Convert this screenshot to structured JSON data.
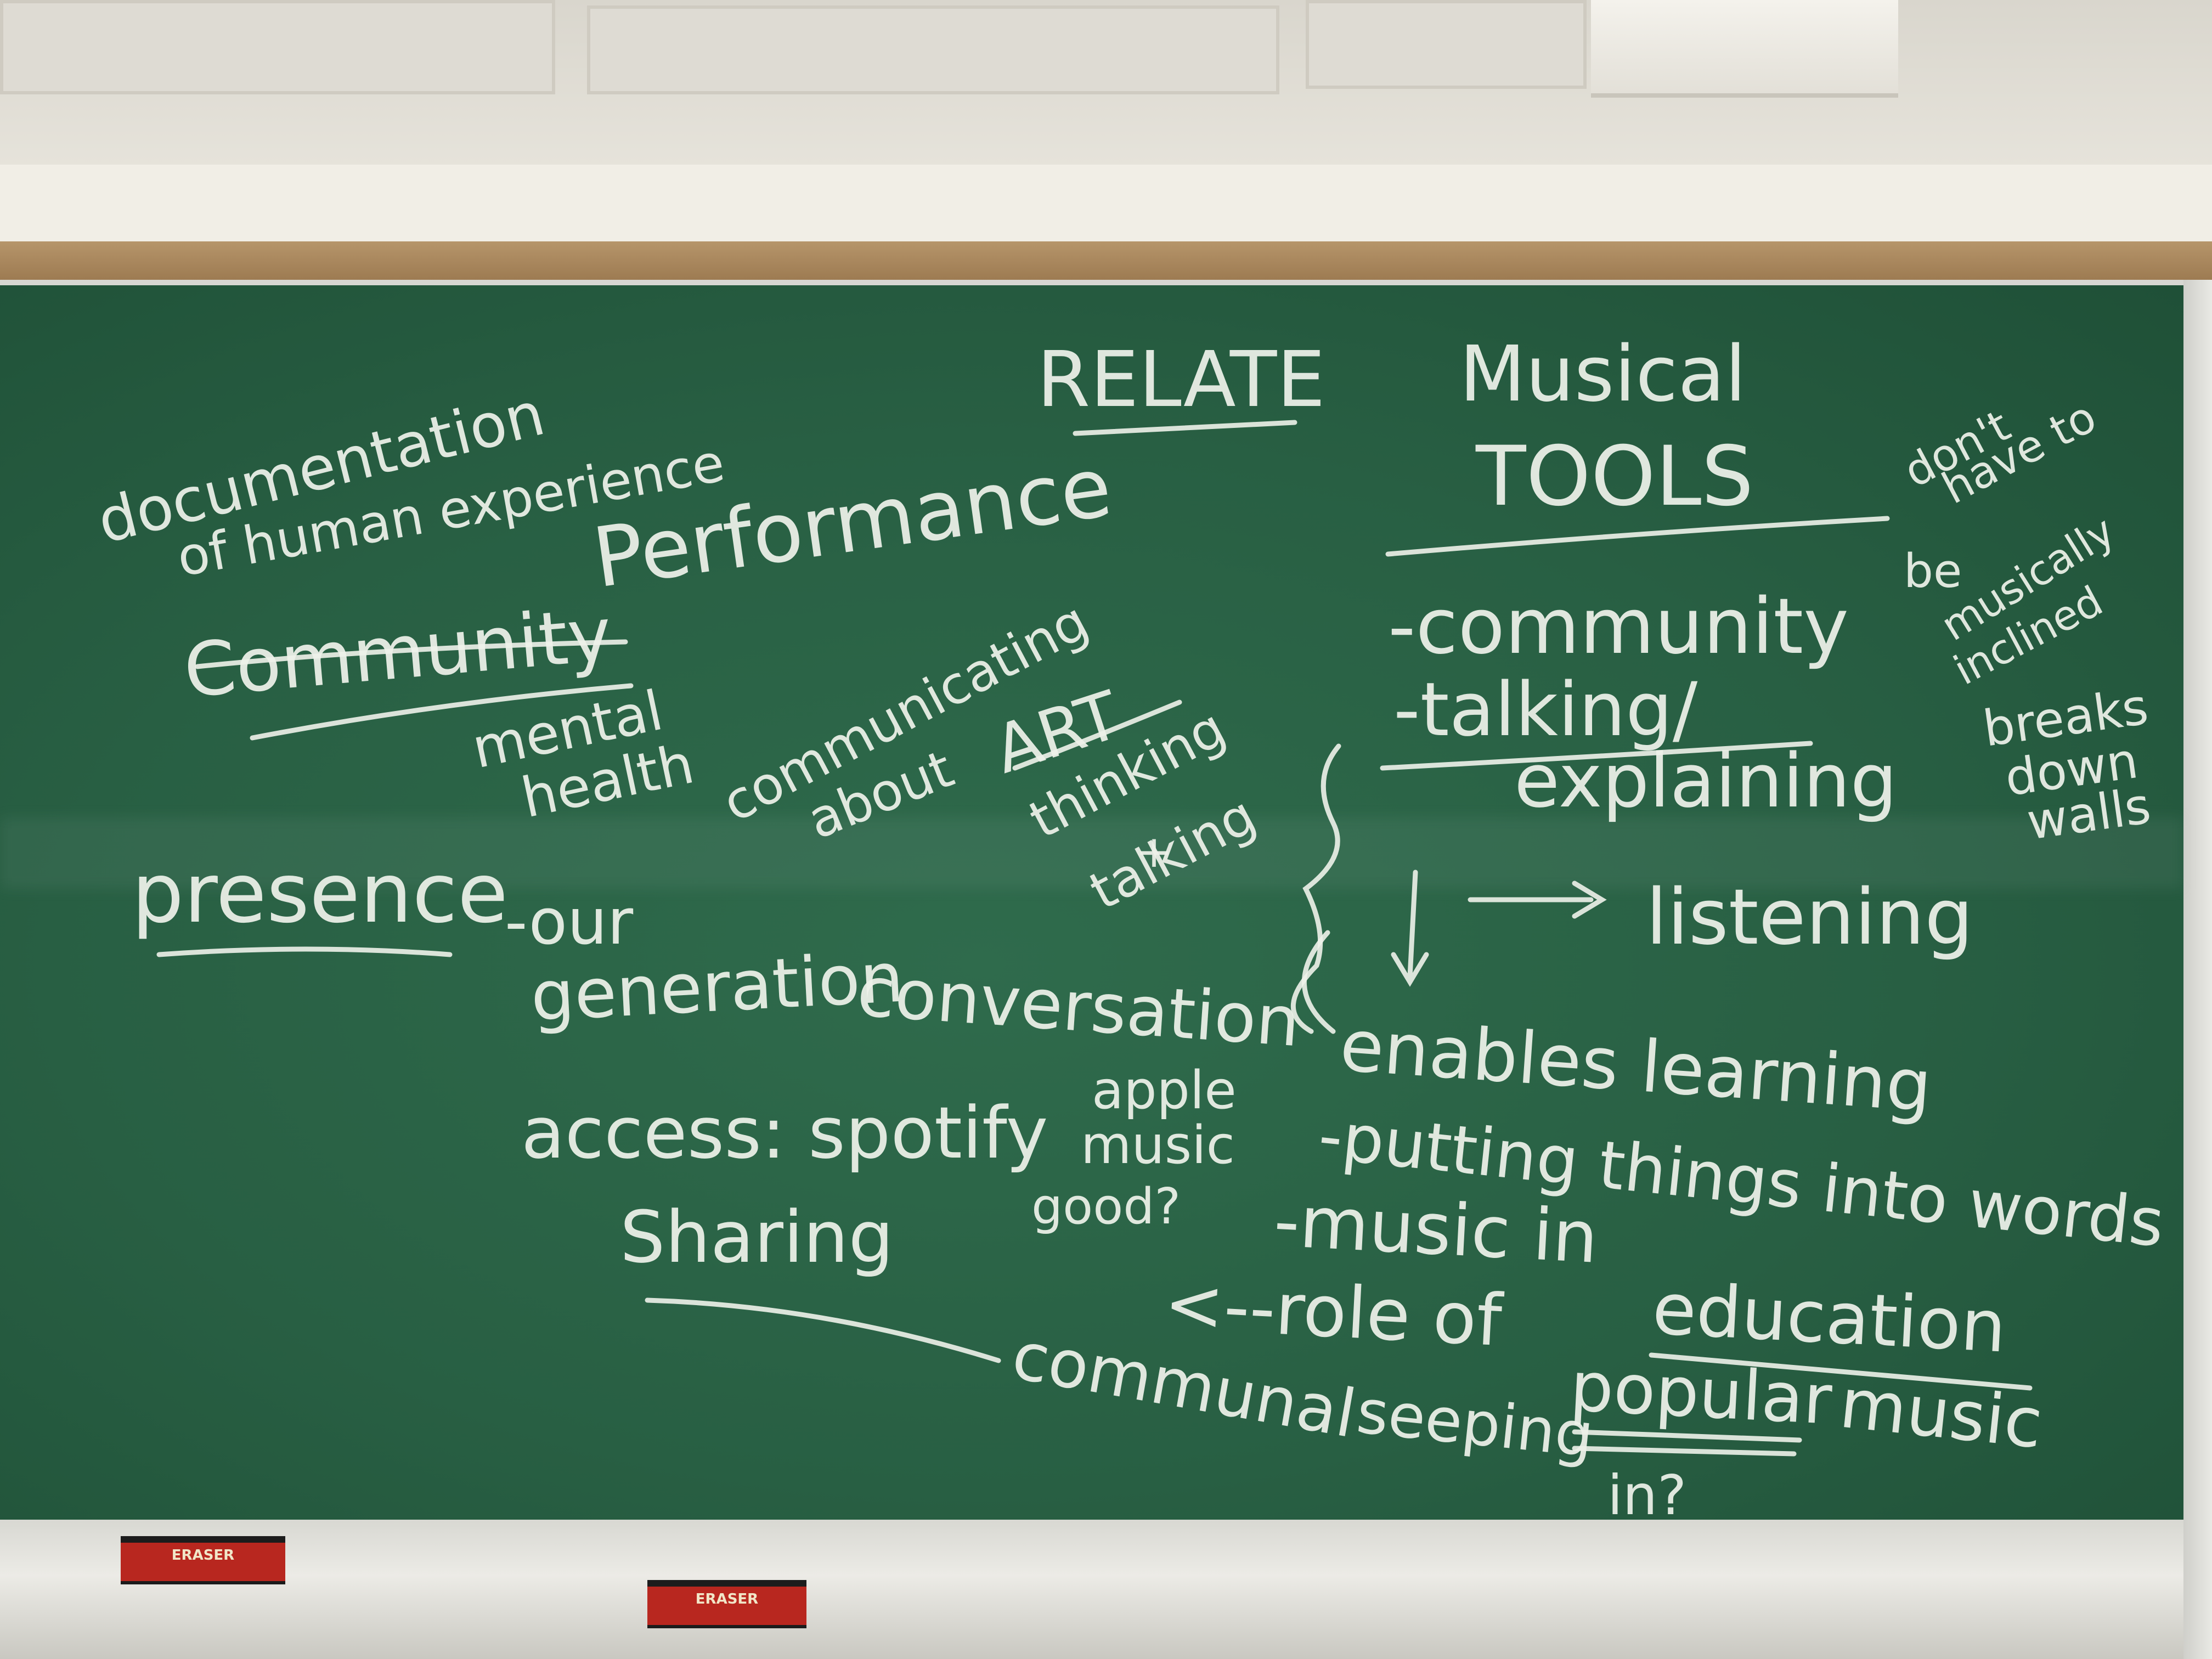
{
  "image": {
    "scene": "classroom chalkboard",
    "colors": {
      "board": "#2a6346",
      "chalk": "#eef2ea",
      "cork": "#a98560",
      "eraser": "#b8271f"
    }
  },
  "board": {
    "notes": {
      "documentation_1": "documentation",
      "documentation_2": "of human experience",
      "performance": "Performance",
      "community_main": "Community",
      "mental_1": "mental",
      "mental_2": "health",
      "communicating_1": "communicating",
      "communicating_2": "about",
      "art": "ART",
      "relate": "RELATE",
      "musical_1": "Musical",
      "musical_2": "TOOLS",
      "dont_have_1": "don't",
      "dont_have_2": "have to",
      "dont_have_3": "be",
      "dont_have_4": "musically",
      "dont_have_5": "inclined",
      "tools_community": "-community",
      "tools_talking": "-talking/",
      "tools_explaining": "explaining",
      "breaks_1": "breaks",
      "breaks_2": "down",
      "breaks_3": "walls",
      "thinking_1": "thinking",
      "thinking_2": "+",
      "thinking_3": "talking",
      "presence": "presence",
      "our_gen_1": "-our",
      "our_gen_2": "generation",
      "conversation": "conversation",
      "listening": "listening",
      "enables": "enables learning",
      "access": "access: spotify",
      "apple_1": "apple",
      "apple_2": "music",
      "good": "good?",
      "putting": "-putting things into words",
      "music_in": "-music in",
      "education": "education",
      "role": "<--role of",
      "popular": "popular",
      "popular_music": "music",
      "sharing": "Sharing",
      "communal": "communal",
      "seeping_1": "seeping",
      "seeping_2": "in?"
    }
  },
  "tray": {
    "eraser_brand": "ERASER"
  }
}
